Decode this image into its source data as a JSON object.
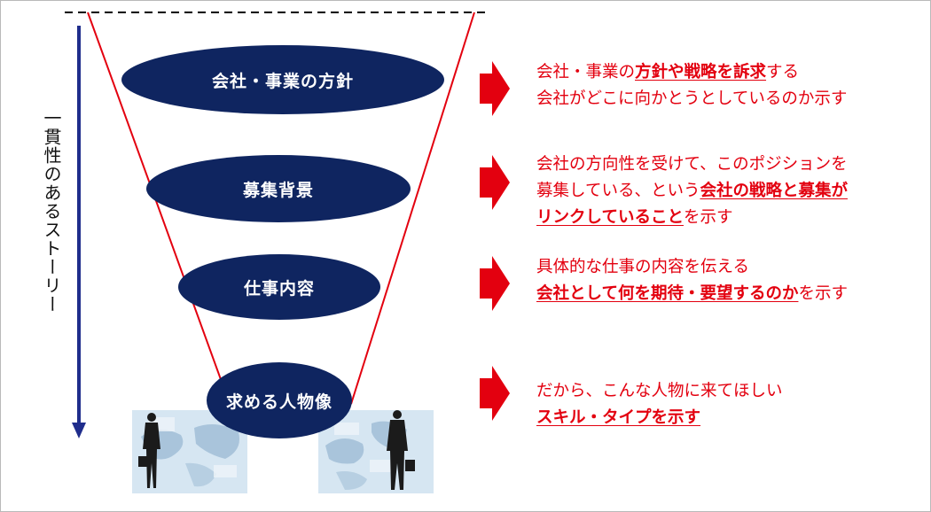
{
  "story_label": "一貫性のあるストーリー",
  "levels": [
    {
      "label": "会社・事業の方針"
    },
    {
      "label": "募集背景"
    },
    {
      "label": "仕事内容"
    },
    {
      "label": "求める人物像"
    }
  ],
  "descriptions": [
    {
      "lines": [
        [
          {
            "t": "会社・事業の",
            "em": false
          },
          {
            "t": "方針や戦略を訴求",
            "em": true
          },
          {
            "t": "する",
            "em": false
          }
        ],
        [
          {
            "t": "会社がどこに向かとうとしているのか示す",
            "em": false
          }
        ]
      ]
    },
    {
      "lines": [
        [
          {
            "t": "会社の方向性を受けて、このポジションを",
            "em": false
          }
        ],
        [
          {
            "t": "募集している、という",
            "em": false
          },
          {
            "t": "会社の戦略と募集が",
            "em": true
          }
        ],
        [
          {
            "t": "リンクしていること",
            "em": true
          },
          {
            "t": "を示す",
            "em": false
          }
        ]
      ]
    },
    {
      "lines": [
        [
          {
            "t": "具体的な仕事の内容を伝える",
            "em": false
          }
        ],
        [
          {
            "t": "会社として何を期待・要望するのか",
            "em": true
          },
          {
            "t": "を示す",
            "em": false
          }
        ]
      ]
    },
    {
      "lines": [
        [
          {
            "t": "だから、こんな人物に来てほしい",
            "em": false
          }
        ],
        [
          {
            "t": "スキル・タイプを示す",
            "em": true
          }
        ]
      ]
    }
  ],
  "colors": {
    "oval": "#0f2560",
    "funnel_line": "#e3000f",
    "accent": "#e3000f",
    "story_arrow": "#1f2d8c"
  }
}
